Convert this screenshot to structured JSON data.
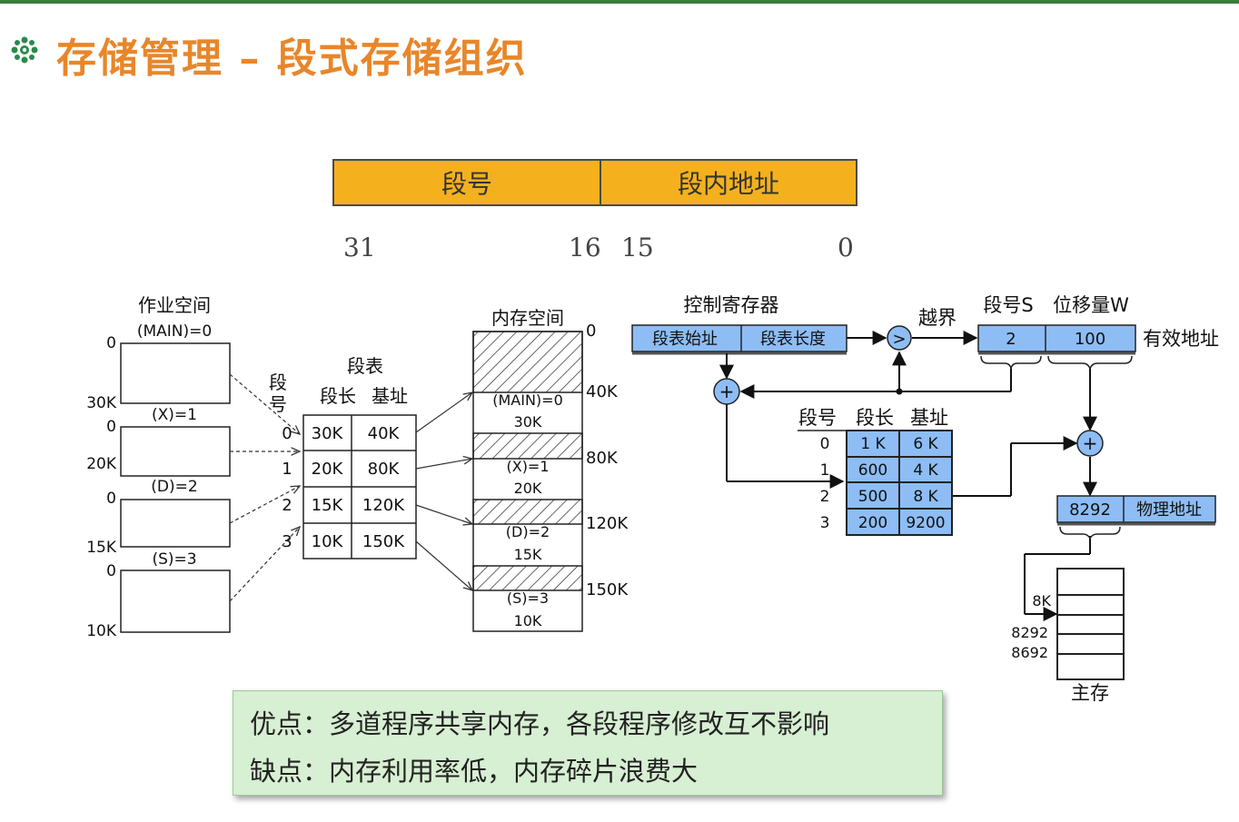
{
  "title": "存储管理 – 段式存储组织",
  "title_icon": "gear-flower-icon",
  "colors": {
    "title": "#e8862a",
    "addr_bar": "#f4b11d",
    "register_fill": "#8dbdf4",
    "notes_bg": "#d7efd2"
  },
  "address_format": {
    "segment_field": "段号",
    "offset_field": "段内地址",
    "bits": {
      "high_start": "31",
      "high_end": "16",
      "low_start": "15",
      "low_end": "0"
    }
  },
  "job_space": {
    "title": "作业空间",
    "segments": [
      {
        "name": "(MAIN)=0",
        "top": "0",
        "size": "30K"
      },
      {
        "name": "(X)=1",
        "top": "0",
        "size": "20K"
      },
      {
        "name": "(D)=2",
        "top": "0",
        "size": "15K"
      },
      {
        "name": "(S)=3",
        "top": "0",
        "size": "10K"
      }
    ]
  },
  "segment_table": {
    "title": "段表",
    "seg_no_label": [
      "段",
      "号"
    ],
    "col_length": "段长",
    "col_base": "基址",
    "rows": [
      {
        "no": "0",
        "length": "30K",
        "base": "40K"
      },
      {
        "no": "1",
        "length": "20K",
        "base": "80K"
      },
      {
        "no": "2",
        "length": "15K",
        "base": "120K"
      },
      {
        "no": "3",
        "length": "10K",
        "base": "150K"
      }
    ]
  },
  "memory_space": {
    "title": "内存空间",
    "addresses": [
      "0",
      "40K",
      "80K",
      "120K",
      "150K"
    ],
    "blocks": [
      {
        "name": "(MAIN)=0",
        "size": "30K"
      },
      {
        "name": "(X)=1",
        "size": "20K"
      },
      {
        "name": "(D)=2",
        "size": "15K"
      },
      {
        "name": "(S)=3",
        "size": "10K"
      }
    ]
  },
  "translation": {
    "control_register": "控制寄存器",
    "table_start": "段表始址",
    "table_length": "段表长度",
    "overflow": "越界",
    "seg_s": "段号S",
    "disp_w": "位移量W",
    "effective_addr": "有效地址",
    "eff_s": "2",
    "eff_w": "100",
    "compare_symbol": ">",
    "plus_symbol": "+",
    "table_header": {
      "no": "段号",
      "length": "段长",
      "base": "基址"
    },
    "table_rows": [
      {
        "no": "0",
        "length": "1 K",
        "base": "6 K"
      },
      {
        "no": "1",
        "length": "600",
        "base": "4 K"
      },
      {
        "no": "2",
        "length": "500",
        "base": "8 K"
      },
      {
        "no": "3",
        "length": "200",
        "base": "9200"
      }
    ],
    "physical_value": "8292",
    "physical_label": "物理地址",
    "main_memory": {
      "label": "主存",
      "addr_8k": "8K",
      "addr_a": "8292",
      "addr_b": "8692"
    }
  },
  "notes": {
    "advantages": "优点：多道程序共享内存，各段程序修改互不影响",
    "disadvantages": "缺点：内存利用率低，内存碎片浪费大"
  }
}
